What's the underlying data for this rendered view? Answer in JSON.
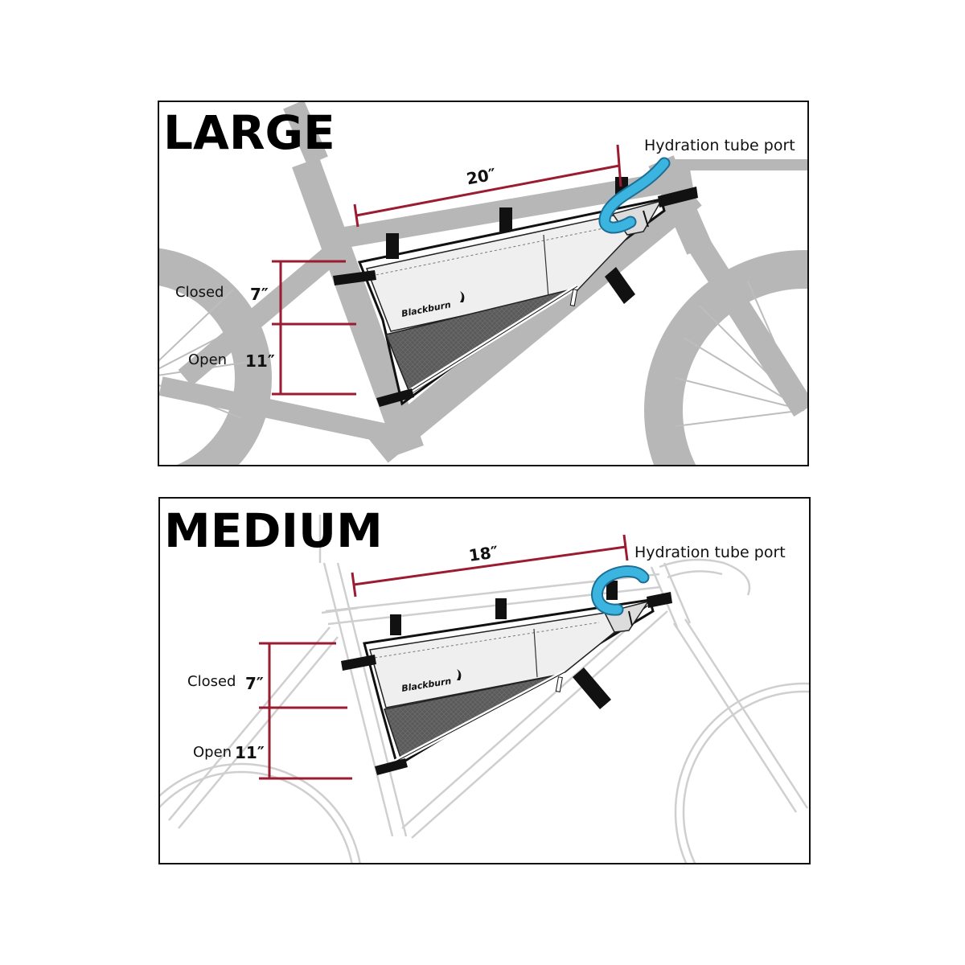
{
  "panels": [
    {
      "size_label": "LARGE",
      "length_value": "20″",
      "hydration_label": "Hydration tube port",
      "closed_label": "Closed",
      "closed_value": "7″",
      "open_label": "Open",
      "open_value": "11″",
      "brand_label": "Blackburn"
    },
    {
      "size_label": "MEDIUM",
      "length_value": "18″",
      "hydration_label": "Hydration tube port",
      "closed_label": "Closed",
      "closed_value": "7″",
      "open_label": "Open",
      "open_value": "11″",
      "brand_label": "Blackburn"
    }
  ],
  "colors": {
    "dimension_line": "#9b1b30",
    "frame_large": "#b7b7b7",
    "frame_medium_outline": "#cfcfcf",
    "bag_body": "#efefef",
    "bag_mesh": "#5c5c5c",
    "strap": "#111111",
    "hydration_tube": "#3cb4e0"
  },
  "icons": {
    "brand_logo": "blackburn-flame-icon",
    "zipper": "zipper-pull-icon"
  }
}
